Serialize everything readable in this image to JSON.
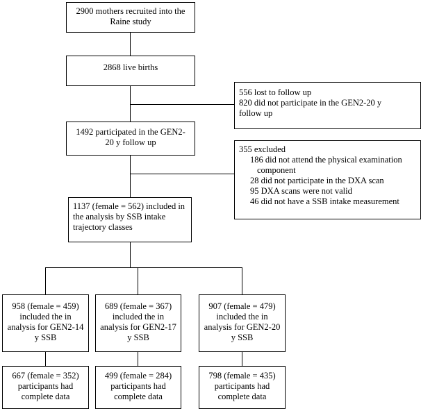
{
  "boxes": {
    "recruited": "2900 mothers recruited into the Raine study",
    "live_births": "2868 live births",
    "lost": {
      "line1": "556 lost to follow up",
      "line2": "820 did not participate in the GEN2-20 y follow up"
    },
    "participated": "1492 participated in the GEN2-20 y follow up",
    "excluded": {
      "title": "355 excluded",
      "items": [
        "186 did not attend the physical examination component",
        "28 did not participate in the DXA scan",
        "95 DXA scans were not valid",
        "46 did not have a SSB intake measurement"
      ]
    },
    "included": "1137 (female = 562) included in the analysis by SSB intake trajectory classes",
    "gen14": "958 (female = 459) included the in analysis for GEN2-14 y SSB",
    "gen17": "689 (female = 367) included the in analysis for GEN2-17 y SSB",
    "gen20": "907 (female = 479) included the in analysis for GEN2-20 y SSB",
    "complete14": "667 (female = 352) participants had complete data",
    "complete17": "499 (female = 284) participants had complete data",
    "complete20": "798 (female = 435) participants had complete data"
  }
}
